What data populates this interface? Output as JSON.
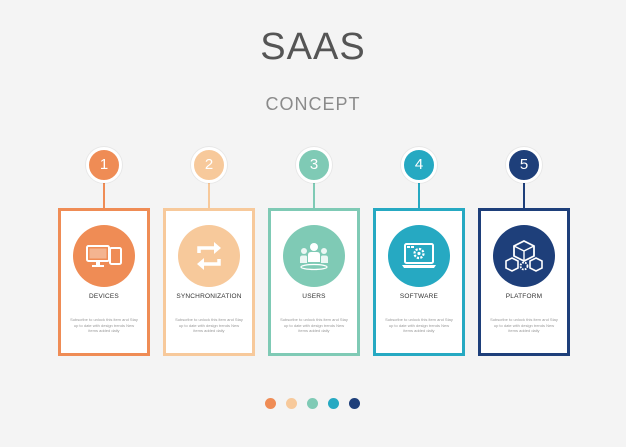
{
  "header": {
    "title": "SAAS",
    "subtitle": "CONCEPT"
  },
  "steps": [
    {
      "number": "1",
      "label": "DEVICES",
      "icon": "devices-icon",
      "color": "#ef8c55",
      "light": false,
      "desc": "Subscribe to unlock this item and Stay up to date with design trends New items added daily"
    },
    {
      "number": "2",
      "label": "SYNCHRONIZATION",
      "icon": "sync-icon",
      "color": "#f7c99b",
      "light": true,
      "desc": "Subscribe to unlock this item and Stay up to date with design trends New items added daily"
    },
    {
      "number": "3",
      "label": "USERS",
      "icon": "users-icon",
      "color": "#7fcab5",
      "light": false,
      "desc": "Subscribe to unlock this item and Stay up to date with design trends New items added daily"
    },
    {
      "number": "4",
      "label": "SOFTWARE",
      "icon": "software-icon",
      "color": "#26a9c2",
      "light": false,
      "desc": "Subscribe to unlock this item and Stay up to date with design trends New items added daily"
    },
    {
      "number": "5",
      "label": "PLATFORM",
      "icon": "platform-icon",
      "color": "#1e3f7a",
      "light": false,
      "desc": "Subscribe to unlock this item and Stay up to date with design trends New items added daily"
    }
  ]
}
